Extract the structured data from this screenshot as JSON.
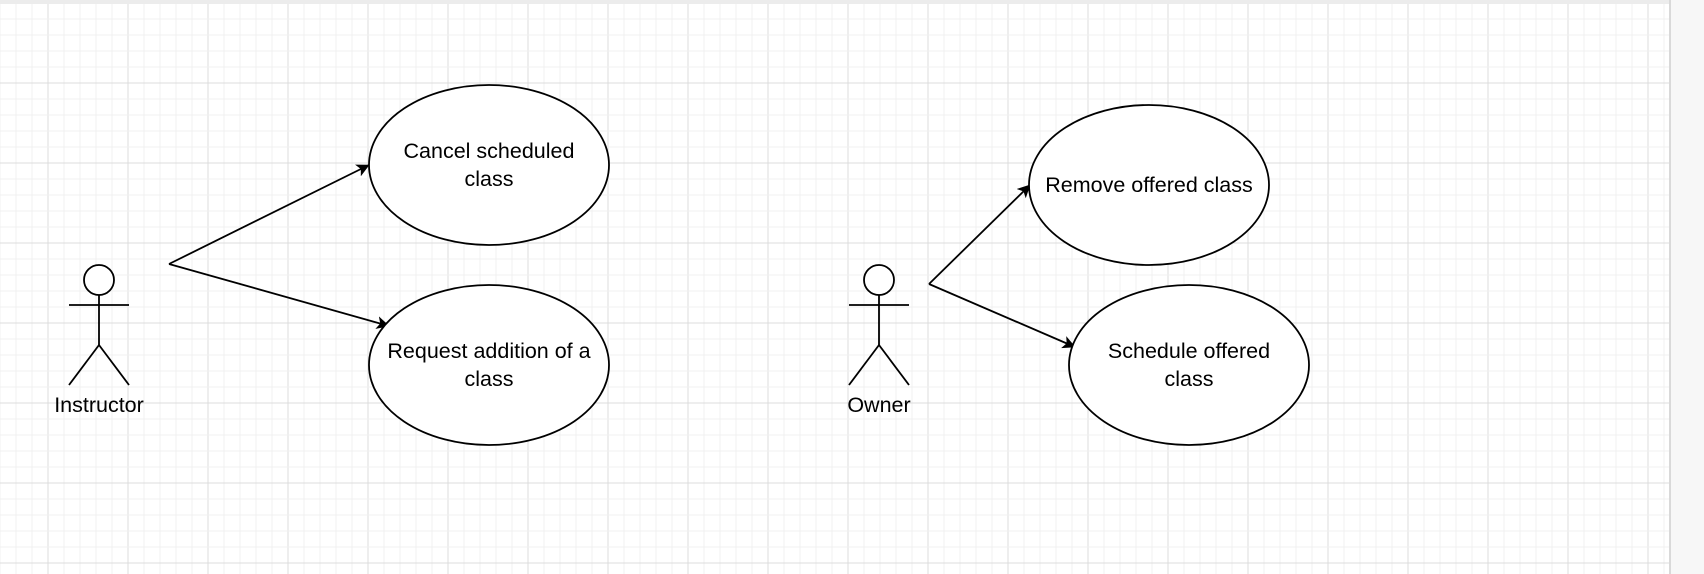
{
  "diagram": {
    "kind": "use-case",
    "colors": {
      "background": "#ffffff",
      "grid_minor": "#f0f0f0",
      "grid_major": "#dcdcdc",
      "line": "#000000",
      "text": "#000000",
      "shape_fill": "#ffffff"
    },
    "actors": [
      {
        "id": "instructor",
        "label": "Instructor"
      },
      {
        "id": "owner",
        "label": "Owner"
      }
    ],
    "use_cases": [
      {
        "id": "cancel_scheduled",
        "lines": [
          "Cancel scheduled",
          "class"
        ]
      },
      {
        "id": "request_addition",
        "lines": [
          "Request addition of a",
          "class"
        ]
      },
      {
        "id": "remove_offered",
        "lines": [
          "Remove offered class"
        ]
      },
      {
        "id": "schedule_offered",
        "lines": [
          "Schedule offered",
          "class"
        ]
      }
    ],
    "associations": [
      {
        "from": "instructor",
        "to": "cancel_scheduled"
      },
      {
        "from": "instructor",
        "to": "request_addition"
      },
      {
        "from": "owner",
        "to": "remove_offered"
      },
      {
        "from": "owner",
        "to": "schedule_offered"
      }
    ]
  }
}
